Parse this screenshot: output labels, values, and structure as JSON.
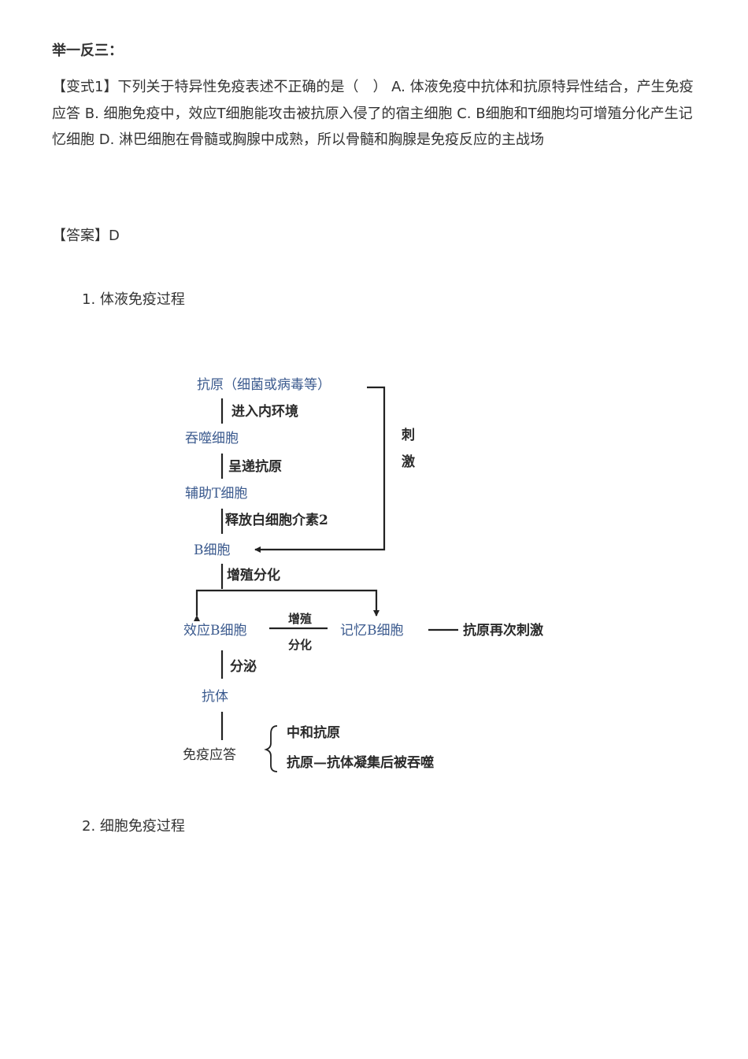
{
  "heading": "举一反三：",
  "question": "【变式1】下列关于特异性免疫表述不正确的是（　）   A. 体液免疫中抗体和抗原特异性结合，产生免疫应答   B. 细胞免疫中，效应T细胞能攻击被抗原入侵了的宿主细胞   C. B细胞和T细胞均可增殖分化产生记忆细胞   D. 淋巴细胞在骨髓或胸腺中成熟，所以骨髓和胸腺是免疫反应的主战场",
  "answer": "【答案】D",
  "list": {
    "item1": "1. 体液免疫过程",
    "item2": "2. 细胞免疫过程"
  },
  "diagram": {
    "antigen": "抗原（细菌或病毒等）",
    "step_enter": "进入内环境",
    "phagocyte": "吞噬细胞",
    "step_present": "呈递抗原",
    "helper_t": "辅助T细胞",
    "step_release": "释放白细胞介素2",
    "b_cell": "B细胞",
    "stimulate_1": "刺",
    "stimulate_2": "激",
    "step_proliferate": "增殖分化",
    "effector_b": "效应B细胞",
    "mid_top": "增殖",
    "mid_bottom": "分化",
    "memory_b": "记忆B细胞",
    "antigen_again": "抗原再次刺激",
    "step_secrete": "分泌",
    "antibody": "抗体",
    "immune_response": "免疫应答",
    "result_1": "中和抗原",
    "result_2": "抗原—抗体凝集后被吞噬"
  }
}
